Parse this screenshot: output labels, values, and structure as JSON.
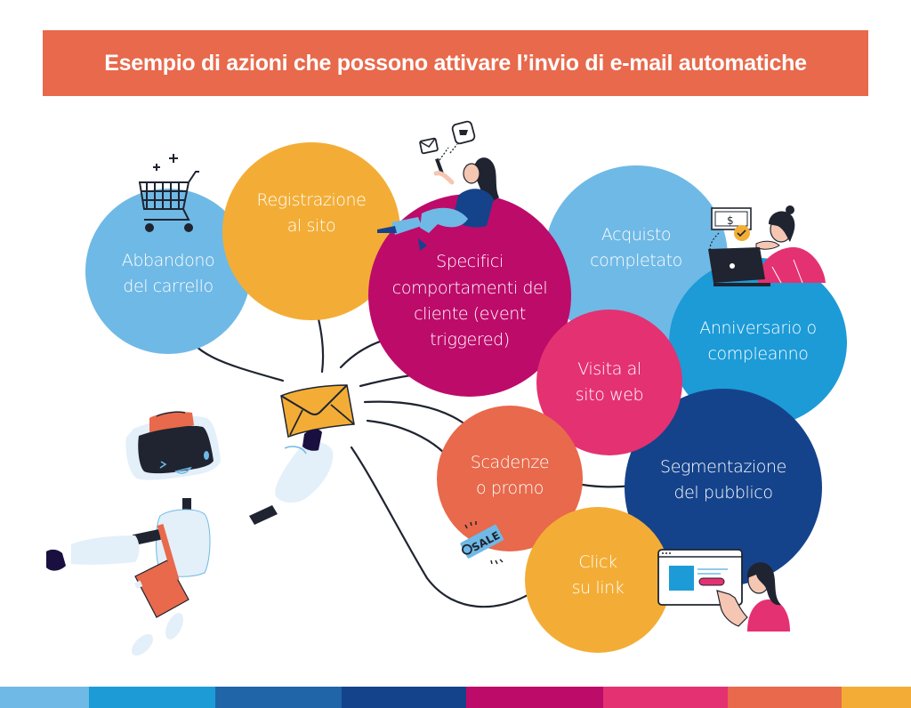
{
  "title": "Esempio di azioni che possono attivare l’invio di e-mail automatiche",
  "colors": {
    "title_bg": "#e8694b",
    "light_blue": "#6fb9e6",
    "mid_blue": "#1c9bd7",
    "steel_blue": "#1f65a7",
    "navy": "#15438b",
    "magenta": "#bd0b6a",
    "pink": "#e43172",
    "orange_red": "#e8694b",
    "amber": "#f3ad36"
  },
  "bubbles": [
    {
      "id": "abbandono",
      "label": "Abbandono\ndel carrello",
      "color": "#6fb9e6"
    },
    {
      "id": "registrazione",
      "label": "Registrazione\nal sito",
      "color": "#f3ad36"
    },
    {
      "id": "specifici",
      "label": "Specifici\ncomportamenti del\ncliente (event\ntriggered)",
      "color": "#bd0b6a"
    },
    {
      "id": "acquisto",
      "label": "Acquisto\ncompletato",
      "color": "#6fb9e6"
    },
    {
      "id": "anniversario",
      "label": "Anniversario o\ncompleanno",
      "color": "#1c9bd7"
    },
    {
      "id": "visita",
      "label": "Visita al\nsito web",
      "color": "#e43172"
    },
    {
      "id": "scadenze",
      "label": "Scadenze\no promo",
      "color": "#e8694b"
    },
    {
      "id": "segmentazione",
      "label": "Segmentazione\ndel pubblico",
      "color": "#15438b"
    },
    {
      "id": "click",
      "label": "Click\nsu link",
      "color": "#f3ad36"
    }
  ],
  "illustrations": {
    "cart_icon": "shopping-cart",
    "woman_phone": "woman-with-phone",
    "woman_laptop": "woman-with-laptop",
    "woman_browser": "woman-pointing-browser",
    "robot": "robot-mail-carrier",
    "envelope": "envelope",
    "sale_tag": "sale-tag",
    "sale_tag_text": "SALE",
    "dollar_sign": "$"
  },
  "bottom_bar": [
    "#6fb9e6",
    "#1c9bd7",
    "#1f65a7",
    "#15438b",
    "#bd0b6a",
    "#e43172",
    "#e8694b",
    "#f3ad36"
  ]
}
